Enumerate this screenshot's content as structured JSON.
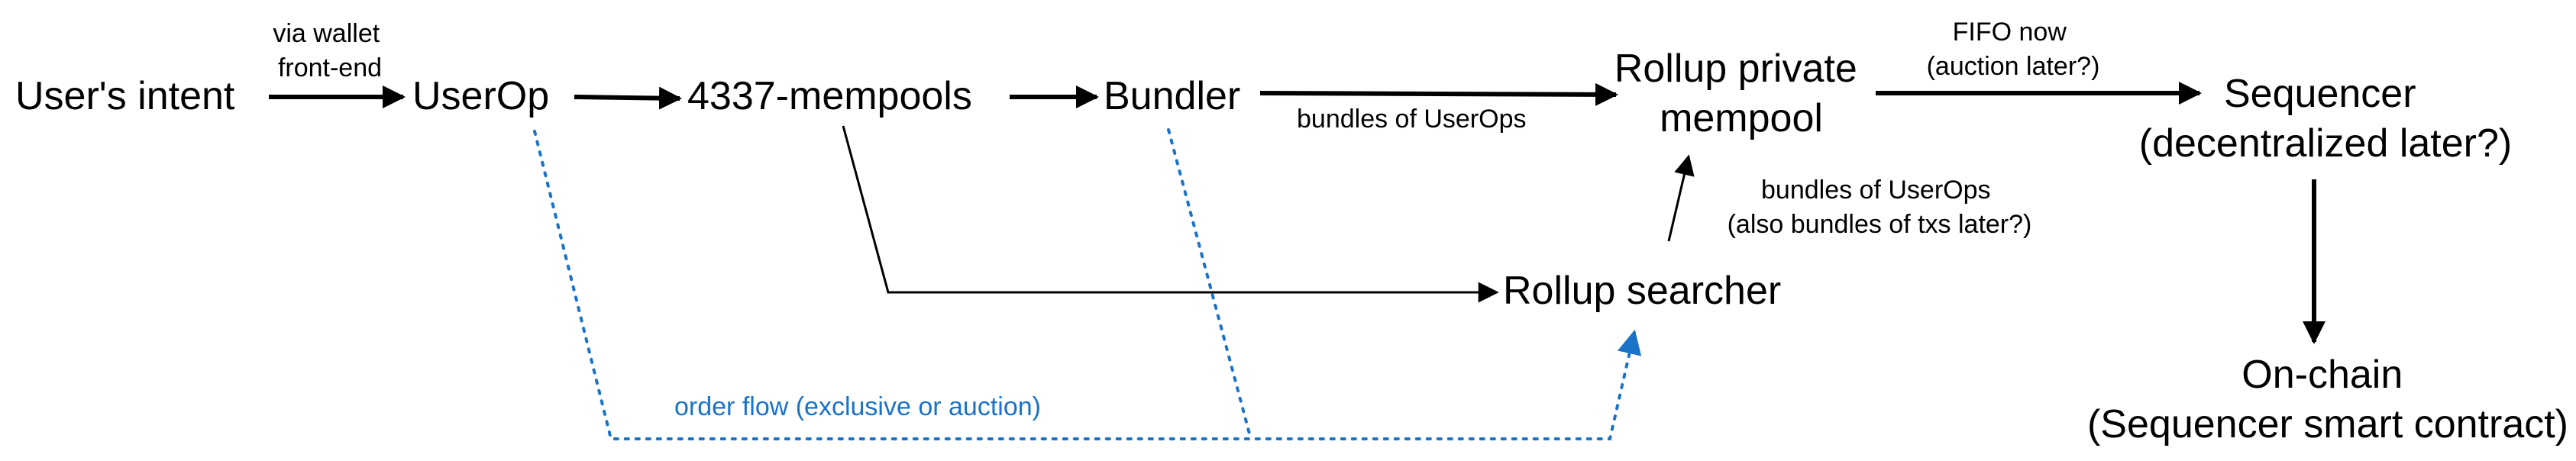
{
  "colors": {
    "ink": "#000000",
    "accent": "#1a73c8"
  },
  "nodes": {
    "user_intent": "User's intent",
    "userop": "UserOp",
    "mempools": "4337-mempools",
    "bundler": "Bundler",
    "rollup_private_mempool": [
      "Rollup private",
      "mempool"
    ],
    "sequencer": [
      "Sequencer",
      "(decentralized later?)"
    ],
    "rollup_searcher": "Rollup searcher",
    "onchain": [
      "On-chain",
      "(Sequencer smart contract)"
    ]
  },
  "edge_labels": {
    "via_wallet": [
      "via wallet",
      "front-end"
    ],
    "bundles_userops_main": "bundles of UserOps",
    "fifo": [
      "FIFO now",
      "(auction later?)"
    ],
    "bundles_userops_searcher": [
      "bundles of UserOps",
      "(also bundles of txs later?)"
    ],
    "order_flow": "order flow (exclusive or auction)"
  }
}
